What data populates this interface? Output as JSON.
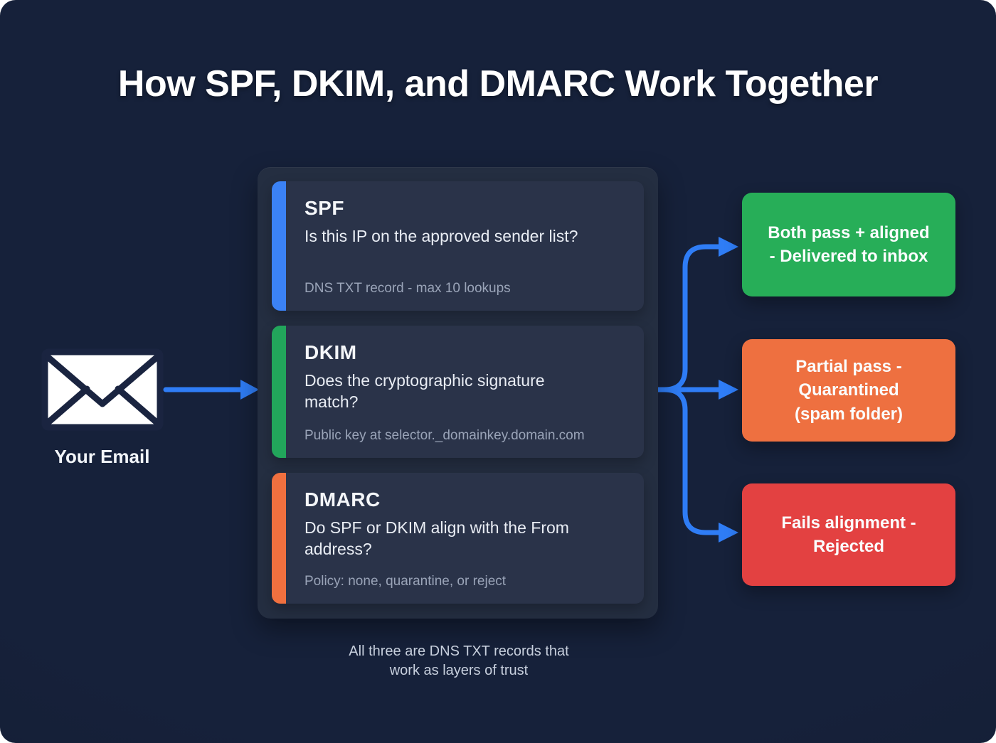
{
  "title": "How SPF, DKIM, and DMARC Work Together",
  "source": {
    "label": "Your Email",
    "icon": "envelope-icon"
  },
  "panel": {
    "cards": [
      {
        "id": "spf",
        "accent": "#3b82f6",
        "title": "SPF",
        "question": "Is this IP on the approved sender list?",
        "note": "DNS TXT record - max 10 lookups"
      },
      {
        "id": "dkim",
        "accent": "#22a55b",
        "title": "DKIM",
        "question": "Does the cryptographic signature match?",
        "note": "Public key at selector._domainkey.domain.com"
      },
      {
        "id": "dmarc",
        "accent": "#f0703f",
        "title": "DMARC",
        "question": "Do SPF or DKIM align with the From address?",
        "note": "Policy: none, quarantine, or reject"
      }
    ],
    "footnote_lines": [
      "All three are DNS TXT records that",
      "work as layers of trust"
    ]
  },
  "outcomes": [
    {
      "id": "delivered",
      "color": "#27ae58",
      "lines": [
        "Both pass + aligned",
        "- Delivered to inbox"
      ]
    },
    {
      "id": "quarantined",
      "color": "#ee7040",
      "lines": [
        "Partial pass -",
        "Quarantined",
        "(spam folder)"
      ]
    },
    {
      "id": "rejected",
      "color": "#e34141",
      "lines": [
        "Fails alignment -",
        "Rejected"
      ]
    }
  ],
  "colors": {
    "background": "#16213a",
    "panel": "#242e41",
    "card": "#2a3349",
    "card_title": "#f4f6f9",
    "card_question": "#e9edf4",
    "card_note": "#9aa4b8",
    "arrow": "#2f7df6",
    "footnote": "#c7cfdd",
    "ink": "#1a2440",
    "envelope": "#ffffff",
    "outcome_text": "#fbfdfe"
  }
}
